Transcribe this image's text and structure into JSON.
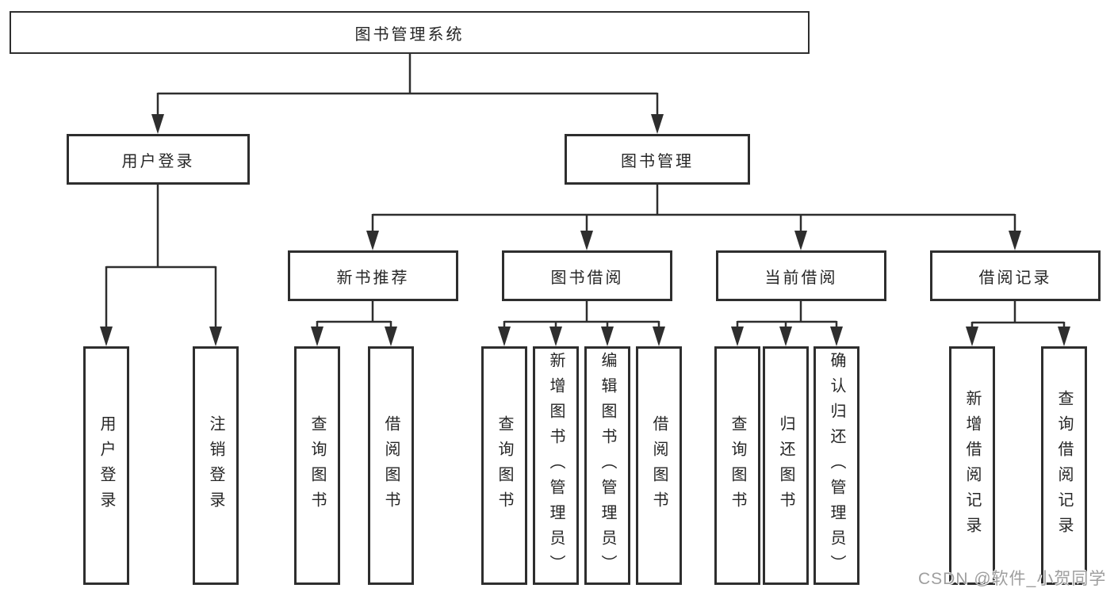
{
  "nodes": {
    "root": "图书管理系统",
    "login": {
      "label": "用户登录",
      "children": [
        "用户登录",
        "注销登录"
      ]
    },
    "mgmt": {
      "label": "图书管理",
      "groups": [
        {
          "label": "新书推荐",
          "children": [
            "查询图书",
            "借阅图书"
          ]
        },
        {
          "label": "图书借阅",
          "children": [
            "查询图书",
            "新增图书（管理员）",
            "编辑图书（管理员）",
            "借阅图书"
          ]
        },
        {
          "label": "当前借阅",
          "children": [
            "查询图书",
            "归还图书",
            "确认归还（管理员）"
          ]
        },
        {
          "label": "借阅记录",
          "children": [
            "新增借阅记录",
            "查询借阅记录"
          ]
        }
      ]
    }
  },
  "watermark": "CSDN @软件_小贺同学",
  "colors": {
    "line": "#2e2e2e",
    "box_border": "#2e2e2e",
    "text": "#262626",
    "watermark": "#9e9e9e",
    "background": "#ffffff"
  }
}
